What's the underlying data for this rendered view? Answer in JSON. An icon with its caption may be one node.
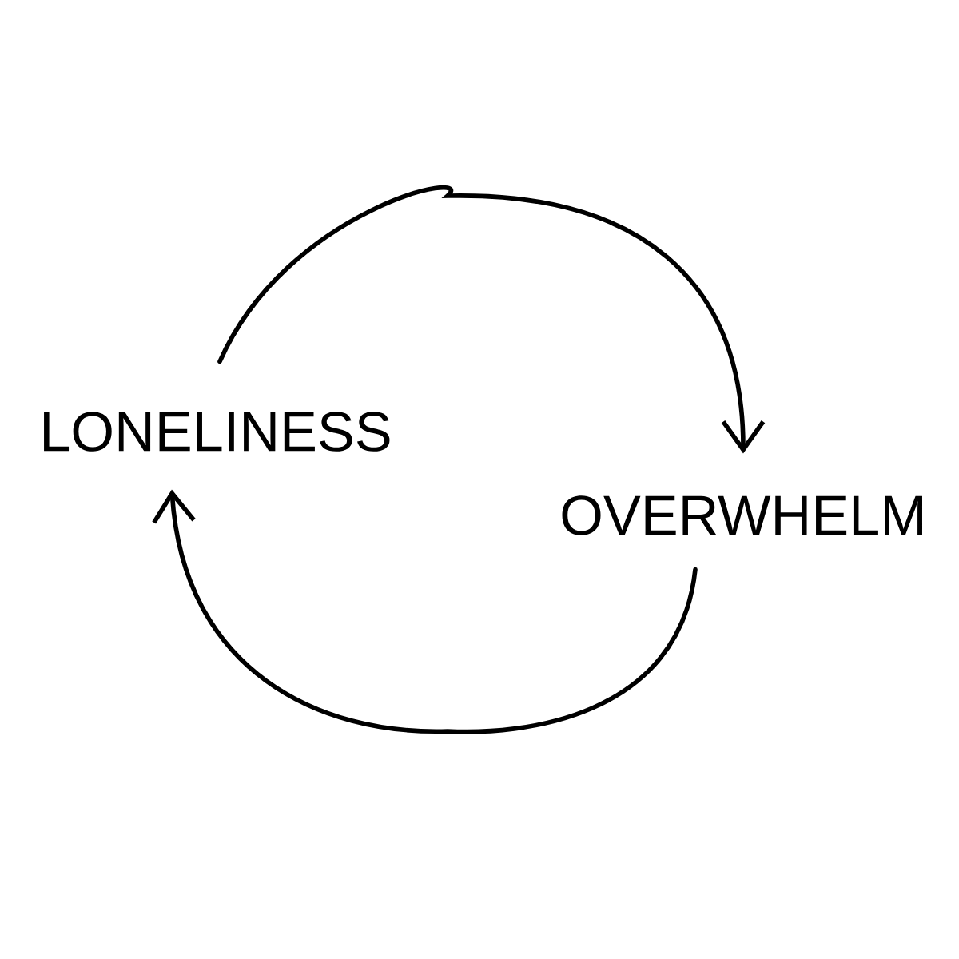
{
  "diagram": {
    "nodes": [
      {
        "text": [
          "LONELINESS"
        ]
      },
      {
        "text": [
          "OVERWHELM"
        ]
      }
    ],
    "edges": [
      {
        "from": 0,
        "to": 1,
        "arrow": "to"
      },
      {
        "from": 1,
        "to": 0,
        "arrow": "to"
      }
    ]
  }
}
